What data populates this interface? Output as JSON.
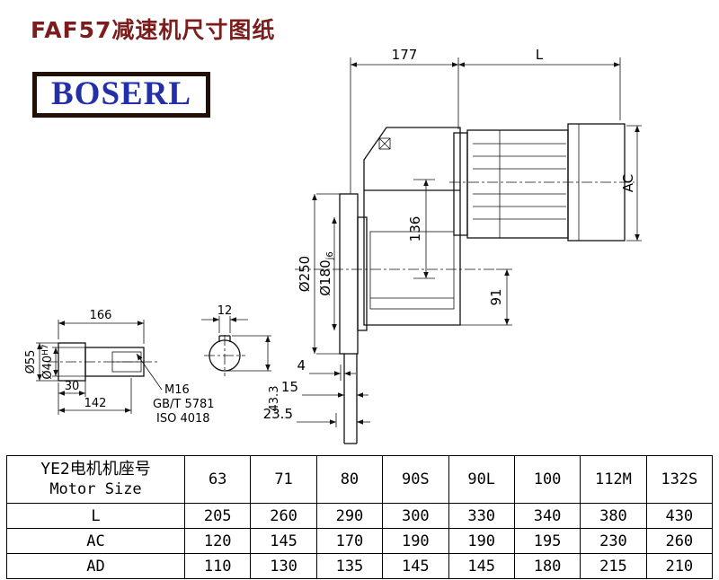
{
  "header": {
    "title": "FAF57减速机尺寸图纸",
    "logo": "BOSERL"
  },
  "colors": {
    "title_text": "#7b1d1d",
    "logo_text": "#232fa8",
    "logo_border": "#221007",
    "line": "#111111"
  },
  "drawing": {
    "dim_177": "177",
    "dim_L": "L",
    "dim_AC": "AC",
    "dia_250": "Ø250",
    "dia_180": "Ø180",
    "dia_180_tol": "j6",
    "dim_136": "136",
    "dim_91": "91",
    "dim_4": "4",
    "dim_15": "15",
    "dim_23_5": "23.5",
    "dim_166": "166",
    "dim_12": "12",
    "dim_30": "30",
    "dim_142": "142",
    "dia_55": "Ø55",
    "dia_40": "Ø40",
    "dia_40_tol": "H7",
    "thread": "M16",
    "std_gb": "GB/T 5781",
    "std_iso": "ISO 4018",
    "dim_43_3": "43.3"
  },
  "table": {
    "header": {
      "cn": "YE2电机机座号",
      "en": "Motor Size"
    },
    "sizes": [
      "63",
      "71",
      "80",
      "90S",
      "90L",
      "100",
      "112M",
      "132S"
    ],
    "rows": [
      {
        "label": "L",
        "values": [
          "205",
          "260",
          "290",
          "300",
          "330",
          "340",
          "380",
          "430"
        ]
      },
      {
        "label": "AC",
        "values": [
          "120",
          "145",
          "170",
          "190",
          "190",
          "195",
          "230",
          "260"
        ]
      },
      {
        "label": "AD",
        "values": [
          "110",
          "130",
          "135",
          "145",
          "145",
          "180",
          "215",
          "210"
        ]
      }
    ]
  }
}
